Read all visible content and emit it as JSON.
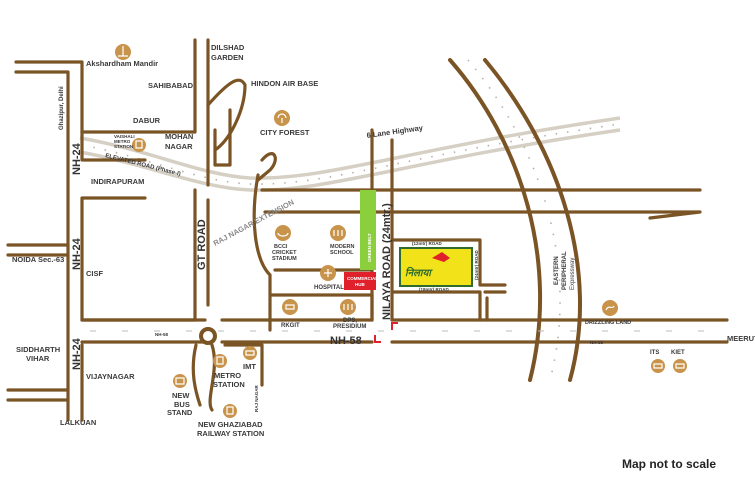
{
  "map": {
    "colors": {
      "road": "#7a5424",
      "highway": "#d6cfc4",
      "icon": "#c8934a",
      "project": "#f2e21a",
      "green_belt": "#8ccf3c",
      "commercial_hub": "#e0202a"
    },
    "labels": {
      "akshardham": "Akshardham Mandir",
      "dilshad": [
        "DILSHAD",
        "GARDEN"
      ],
      "hindon": "HINDON AIR BASE",
      "sahibabad": "SAHIBABAD",
      "ghazipur": "Ghazipur, Delhi",
      "dabur": "DABUR",
      "city_forest": "CITY FOREST",
      "six_lane": "6 Lane Highway",
      "vaishali": [
        "VAISHALI",
        "METRO",
        "STATION"
      ],
      "mohan": [
        "MOHAN",
        "NAGAR"
      ],
      "elevated": "ELEVATED ROAD (Phase-I)",
      "indirapuram": "INDIRAPURAM",
      "nh24": "NH-24",
      "raj_ext": "RAJ NAGAR EXTENSION",
      "gt_road": "GT ROAD",
      "bcci": [
        "BCCI",
        "CRICKET",
        "STADIUM"
      ],
      "modern_school": [
        "MODERN",
        "SCHOOL"
      ],
      "green_belt": "GREEN BELT",
      "nilaya": "NILAYA ROAD (24mtr.)",
      "road12": "(12mtr) ROAD",
      "road24": "(24mtr) ROAD",
      "road18": "(18mtr) ROAD",
      "noida": "NOIDA Sec.-63",
      "cisf": "CISF",
      "hospital": "HOSPITAL",
      "commercial": [
        "COMMERCIAL",
        "HUB"
      ],
      "eastern": [
        "EASTERN",
        "PERIPHERAL",
        "Expressway"
      ],
      "drizzling": "DRIZZLING LAND",
      "rkgit": "RKGIT",
      "dps": [
        "DPS,",
        "PRESIDIUM"
      ],
      "nh58": "NH-58",
      "nh58_small": "NH-58",
      "meerut": "MEERUT",
      "siddharth": [
        "SIDDHARTH",
        "VIHAR"
      ],
      "vijaynagar": "VIJAYNAGAR",
      "metro": [
        "METRO",
        "STATION"
      ],
      "imt": "IMT",
      "its": "ITS",
      "kiet": "KIET",
      "bus": [
        "NEW",
        "BUS",
        "STAND"
      ],
      "raj_nagar": "RAJ NAGAR",
      "lalkuan": "LALKUAN",
      "railway": [
        "NEW GHAZIABAD",
        "RAILWAY STATION"
      ],
      "scale_note": "Map not to scale"
    },
    "project_logo_text": "निलाया"
  }
}
